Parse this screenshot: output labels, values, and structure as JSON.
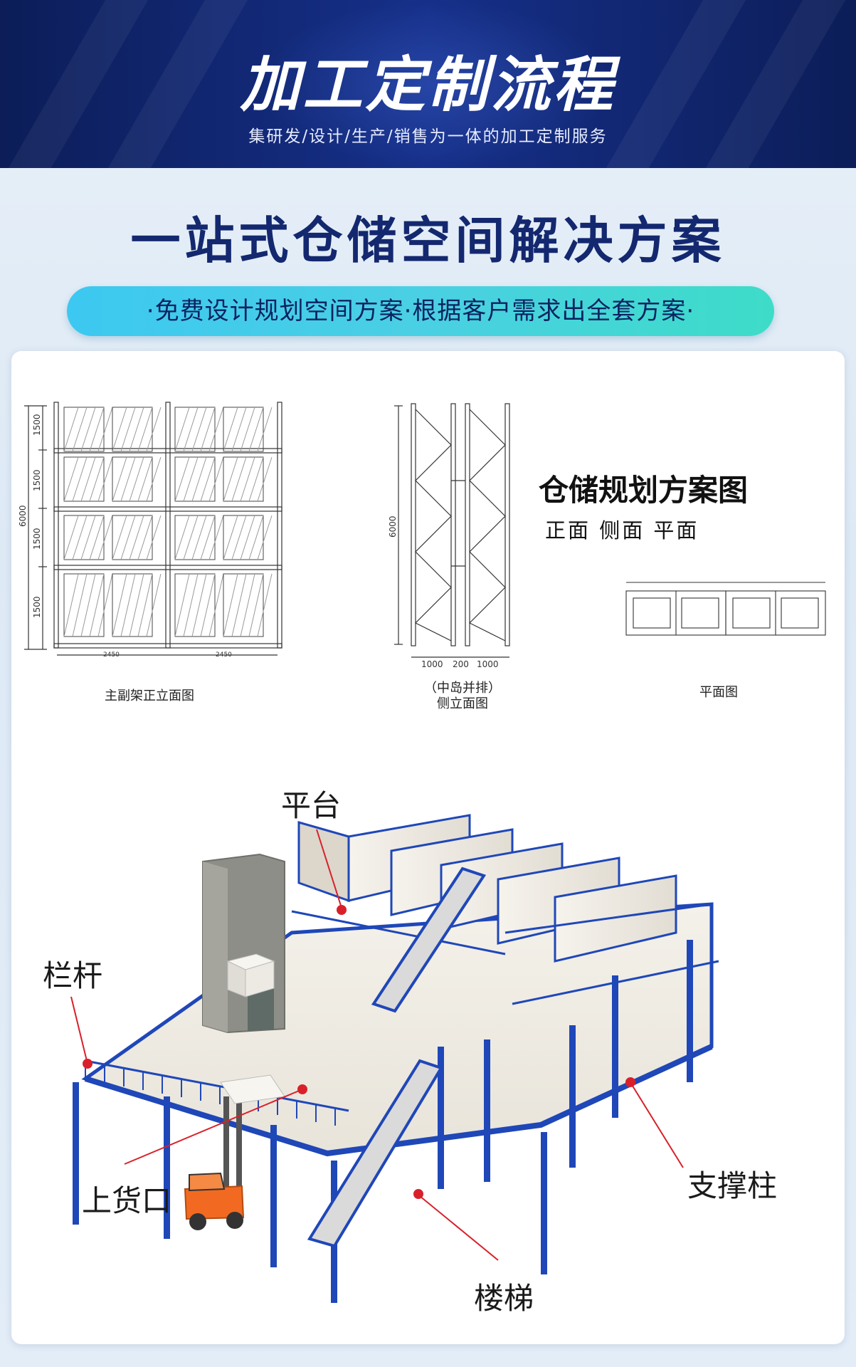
{
  "header": {
    "title": "加工定制流程",
    "subtitle": "集研发/设计/生产/销售为一体的加工定制服务"
  },
  "main": {
    "title": "一站式仓储空间解决方案",
    "pill": "·免费设计规划空间方案·根据客户需求出全套方案·"
  },
  "drawings": {
    "front": {
      "caption": "主副架正立面图",
      "height_total": "6000",
      "levels": [
        "1500",
        "1500",
        "1500",
        "1500"
      ],
      "widths": [
        "2450",
        "2450"
      ]
    },
    "side": {
      "caption_line1": "（中岛并排）",
      "caption_line2": "侧立面图",
      "height": "6000",
      "widths": [
        "1000",
        "200",
        "1000"
      ]
    },
    "plan": {
      "caption": "平面图",
      "title": "仓储规划方案图",
      "views": "正面 侧面 平面"
    }
  },
  "illustration": {
    "labels": {
      "platform": "平台",
      "railing": "栏杆",
      "loading_port": "上货口",
      "support_column": "支撑柱",
      "stairs": "楼梯"
    }
  },
  "colors": {
    "header_bg": "#0c1d58",
    "title_text": "#13286f",
    "frame_blue": "#1f47b8",
    "callout_red": "#d9202a",
    "forklift_orange": "#f26a22"
  }
}
